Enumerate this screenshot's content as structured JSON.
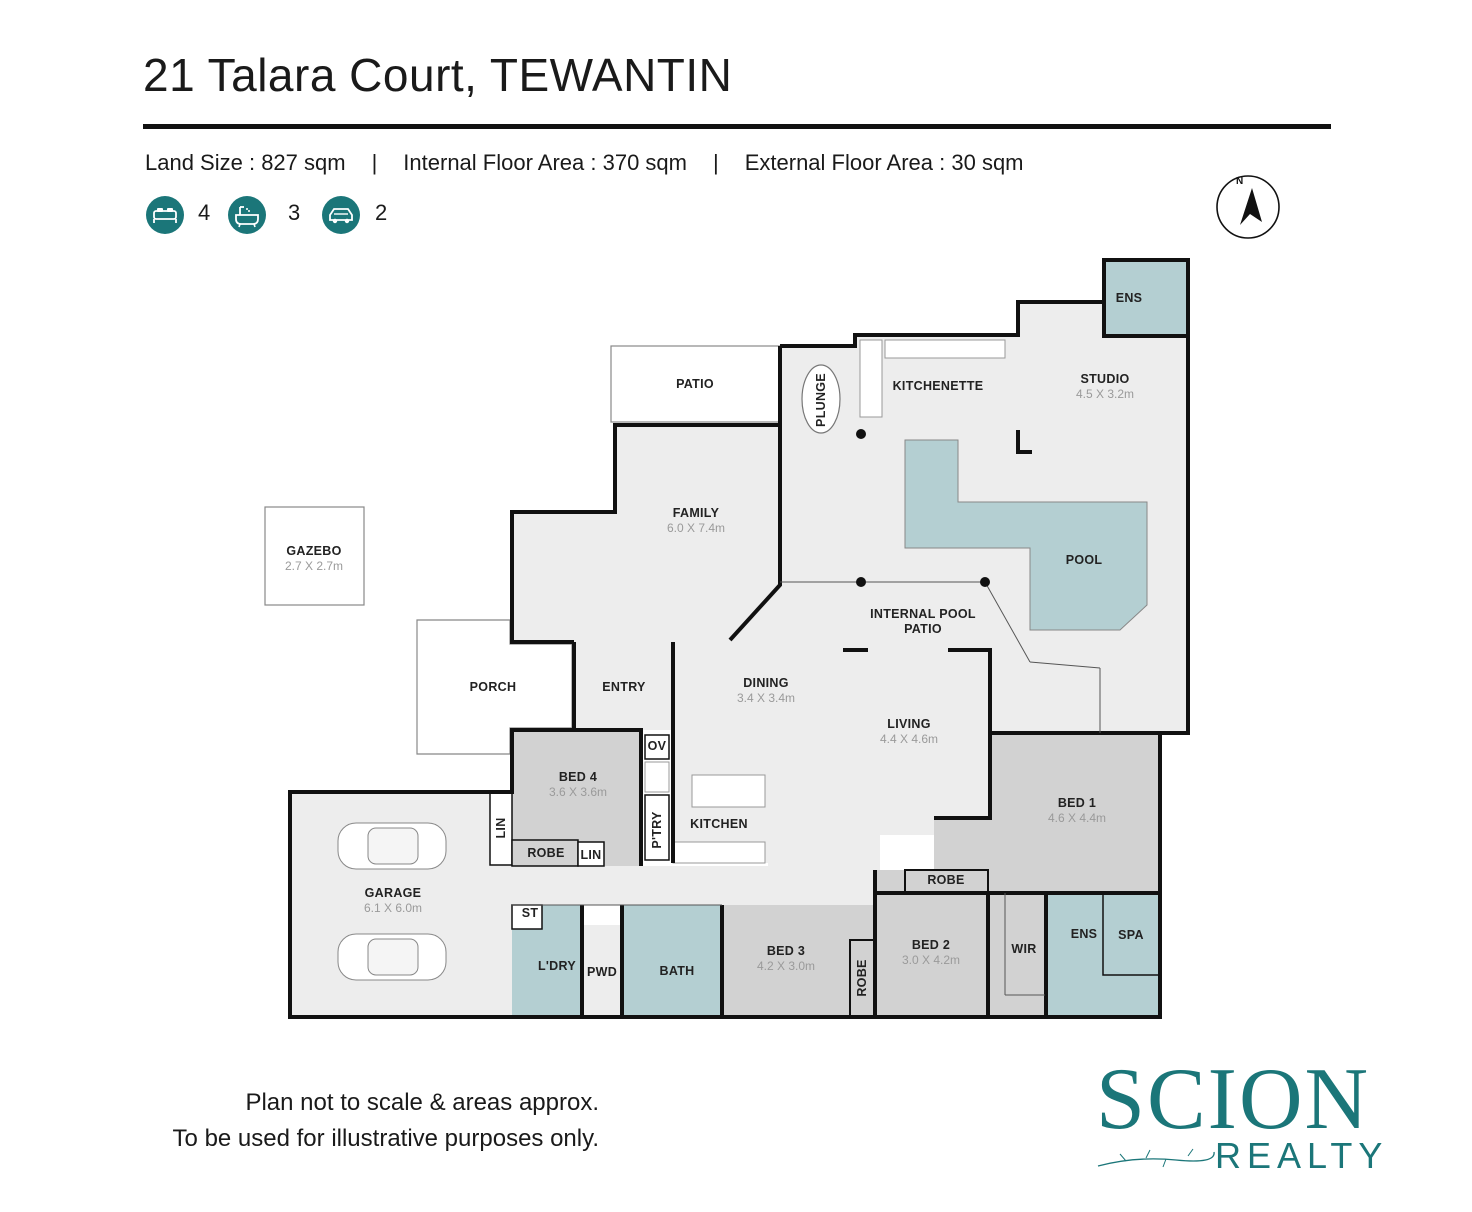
{
  "header": {
    "title": "21 Talara Court, TEWANTIN",
    "land_size": "Land Size : 827 sqm",
    "internal_area": "Internal Floor Area : 370 sqm",
    "external_area": "External Floor Area : 30 sqm",
    "separator": "|"
  },
  "features": {
    "bedrooms": "4",
    "bathrooms": "3",
    "cars": "2",
    "bed_icon": "bed-icon",
    "bath_icon": "bath-icon",
    "car_icon": "car-icon"
  },
  "compass": {
    "north": "N"
  },
  "rooms": {
    "gazebo": {
      "name": "GAZEBO",
      "size": "2.7 X 2.7m"
    },
    "patio": {
      "name": "PATIO"
    },
    "plunge": {
      "name": "PLUNGE"
    },
    "kitchenette": {
      "name": "KITCHENETTE"
    },
    "ens_top": {
      "name": "ENS"
    },
    "studio": {
      "name": "STUDIO",
      "size": "4.5 X 3.2m"
    },
    "family": {
      "name": "FAMILY",
      "size": "6.0 X 7.4m"
    },
    "pool": {
      "name": "POOL"
    },
    "internal_pool_patio": {
      "name1": "INTERNAL POOL",
      "name2": "PATIO"
    },
    "porch": {
      "name": "PORCH"
    },
    "entry": {
      "name": "ENTRY"
    },
    "dining": {
      "name": "DINING",
      "size": "3.4 X 3.4m"
    },
    "living": {
      "name": "LIVING",
      "size": "4.4 X 4.6m"
    },
    "ov": {
      "name": "OV"
    },
    "bed4": {
      "name": "BED 4",
      "size": "3.6 X 3.6m"
    },
    "pantry": {
      "name": "P'TRY"
    },
    "kitchen": {
      "name": "KITCHEN"
    },
    "bed1": {
      "name": "BED 1",
      "size": "4.6 X 4.4m"
    },
    "lin_left": {
      "name": "LIN"
    },
    "robe_bed4": {
      "name": "ROBE"
    },
    "lin_small": {
      "name": "LIN"
    },
    "garage": {
      "name": "GARAGE",
      "size": "6.1 X 6.0m"
    },
    "robe_bed2": {
      "name": "ROBE"
    },
    "st": {
      "name": "ST"
    },
    "laundry": {
      "name": "L'DRY"
    },
    "pwd": {
      "name": "PWD"
    },
    "bath": {
      "name": "BATH"
    },
    "bed3": {
      "name": "BED 3",
      "size": "4.2 X 3.0m"
    },
    "robe_bed3": {
      "name": "ROBE"
    },
    "bed2": {
      "name": "BED 2",
      "size": "3.0 X 4.2m"
    },
    "wir": {
      "name": "WIR"
    },
    "ens": {
      "name": "ENS"
    },
    "spa": {
      "name": "SPA"
    }
  },
  "footer": {
    "disclaimer1": "Plan not to scale & areas approx.",
    "disclaimer2": "To be used for illustrative purposes only.",
    "logo_main": "SCION",
    "logo_sub": "REALTY"
  },
  "colors": {
    "accent": "#1b7679",
    "water": "#b4cfd2",
    "room_light": "#ededed",
    "room_dark": "#d2d2d2",
    "wall": "#111111"
  }
}
